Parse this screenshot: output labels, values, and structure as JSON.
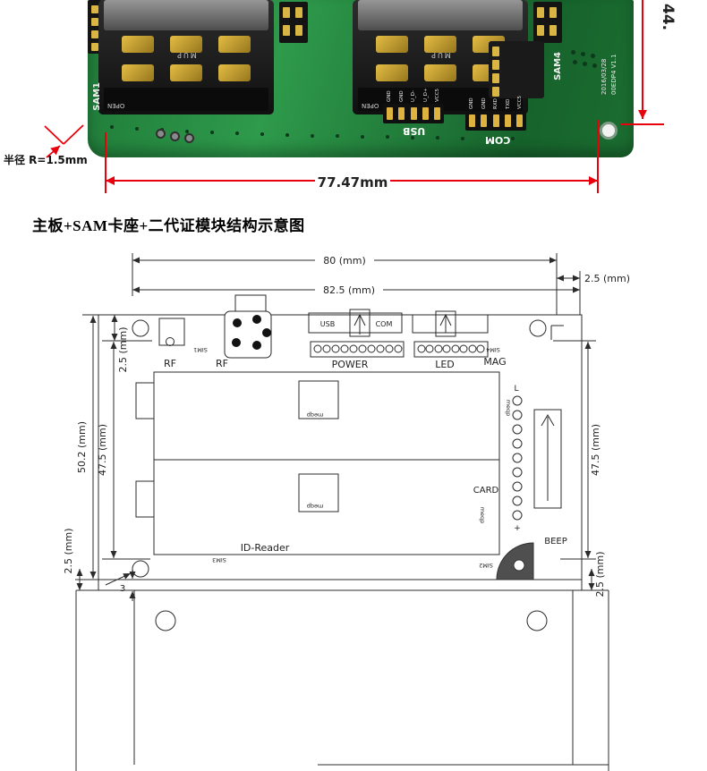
{
  "title": "主板+SAM卡座+二代证模块结构示意图",
  "photo": {
    "silkscreen": {
      "sam1": "SAM1",
      "sam4": "SAM4",
      "usb": "USB",
      "com": "COM",
      "mup": "MUP",
      "open1": "OPEN",
      "open2": "OPEN",
      "version": "00EDP4 V1.1",
      "date": "2016/03/28",
      "usb_pins": [
        "GND",
        "GND",
        "U_D-",
        "U_D+",
        "VCC5"
      ],
      "com_pins": [
        "GND",
        "GND",
        "RXD",
        "TXD",
        "VCC5"
      ]
    },
    "annotations": {
      "radius_note": "半径 R=1.5mm",
      "board_width": "77.47mm",
      "board_height": "44."
    }
  },
  "drawing": {
    "dimensions": {
      "top_width": "80 (mm)",
      "outer_width": "82.5 (mm)",
      "top_right_margin": "2.5 (mm)",
      "left_top_margin": "2.5 (mm)",
      "left_total_height": "50.2 (mm)",
      "left_inner_height": "47.5 (mm)",
      "left_bottom_margin": "2.5 (mm)",
      "right_inner_height": "47.5 (mm)",
      "right_bottom_margin": "2.5 (mm)",
      "bottom_gap": "3"
    },
    "labels": {
      "rf1": "RF",
      "rf2": "RF",
      "power": "POWER",
      "led": "LED",
      "mag": "MAG",
      "card": "CARD",
      "beep": "BEEP",
      "id_reader": "ID-Reader",
      "usb": "USB",
      "com": "COM",
      "plus": "+",
      "corner_l": "L"
    },
    "tiny_marks": {
      "near_rf": "SIM1",
      "near_led": "SIM4",
      "near_id_reader": "SIM3",
      "near_beep": "SIM2",
      "pad1": "meqp",
      "pad2": "meqp",
      "edge_right": "meqp",
      "under_card": "meqp"
    }
  }
}
